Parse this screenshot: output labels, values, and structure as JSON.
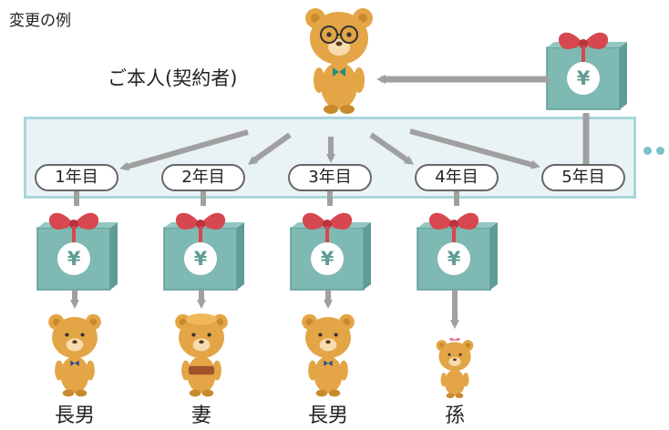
{
  "title": "変更の例",
  "insured": {
    "label": "ご本人(契約者)"
  },
  "currency_symbol": "¥",
  "years": [
    "1年目",
    "2年目",
    "3年目",
    "4年目",
    "5年目"
  ],
  "recipients": [
    "長男",
    "妻",
    "長男",
    "孫"
  ],
  "colors": {
    "band_bg": "#e9f3f5",
    "band_border": "#a9d6dc",
    "arrow": "#a0a0a0",
    "gift_box": "#7fb9b3",
    "gift_box_dark": "#5f9c95",
    "ribbon": "#d7474f",
    "bear": "#e3a545",
    "continue_dots": "#7cc3c9"
  }
}
